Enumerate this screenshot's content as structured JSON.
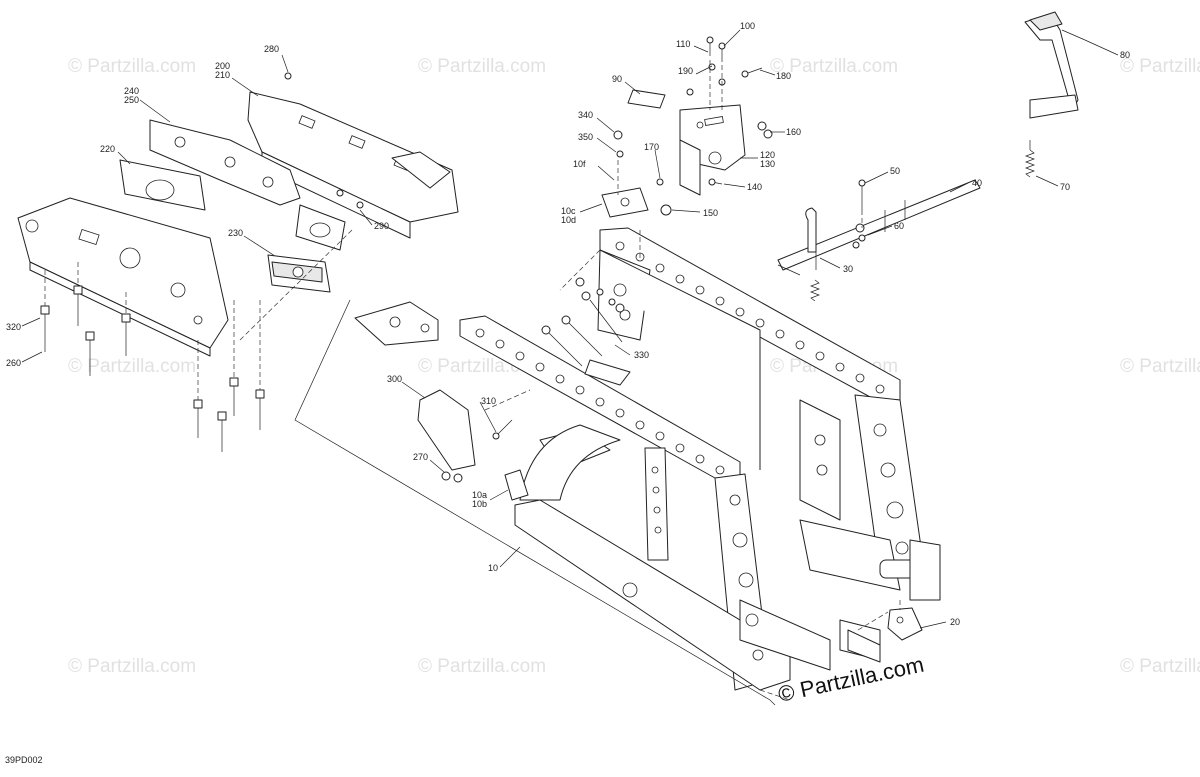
{
  "diagram": {
    "code": "39PD002",
    "watermark": "© Partzilla.com",
    "watermark_main": "© Partzilla.com",
    "callouts": {
      "c10": "10",
      "c10ab": "10a\n10b",
      "c10cd": "10c\n10d",
      "c10f": "10f",
      "c20": "20",
      "c30": "30",
      "c40": "40",
      "c50": "50",
      "c60": "60",
      "c70": "70",
      "c80": "80",
      "c90": "90",
      "c100": "100",
      "c110": "110",
      "c120": "120\n130",
      "c140": "140",
      "c150": "150",
      "c160": "160",
      "c170": "170",
      "c180": "180",
      "c190": "190",
      "c200": "200\n210",
      "c220": "220",
      "c230": "230",
      "c240": "240\n250",
      "c260": "260",
      "c270": "270",
      "c280": "280",
      "c290": "290",
      "c300": "300",
      "c310": "310",
      "c320": "320",
      "c330": "330",
      "c340": "340",
      "c350": "350"
    }
  }
}
